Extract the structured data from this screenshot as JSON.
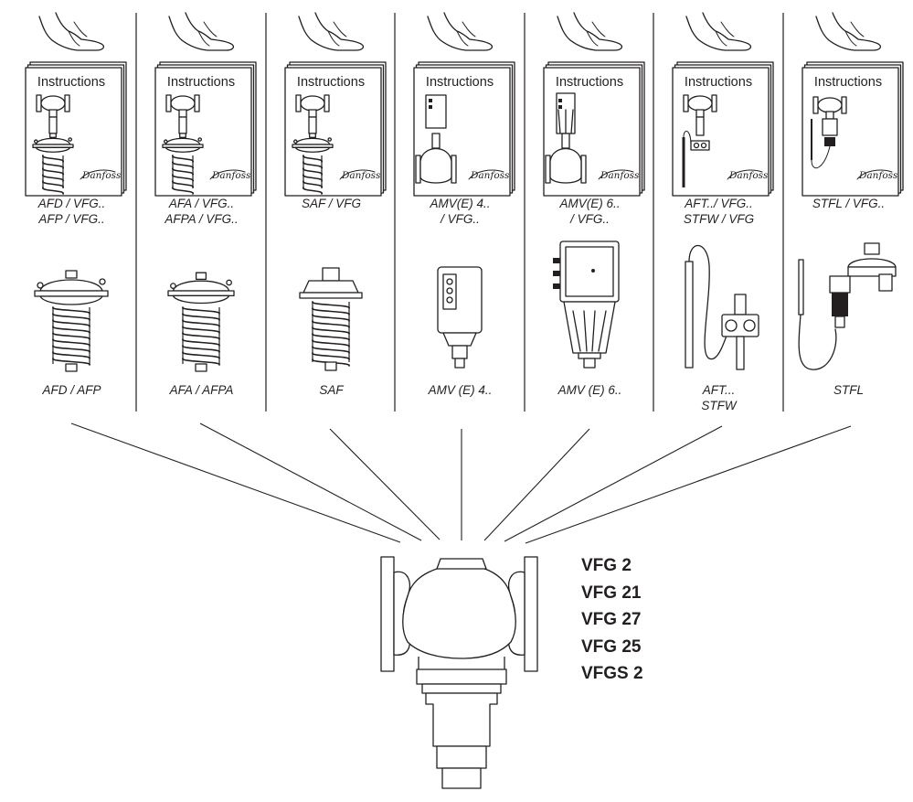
{
  "instructions_label": "Instructions",
  "brand_logo": "Danfoss",
  "columns": [
    {
      "id": "afd",
      "booklet_caption_1": "AFD / VFG..",
      "booklet_caption_2": "AFP / VFG..",
      "product_caption_1": "AFD / AFP",
      "product_caption_2": ""
    },
    {
      "id": "afa",
      "booklet_caption_1": "AFA / VFG..",
      "booklet_caption_2": "AFPA / VFG..",
      "product_caption_1": "AFA / AFPA",
      "product_caption_2": ""
    },
    {
      "id": "saf",
      "booklet_caption_1": "SAF / VFG",
      "booklet_caption_2": "",
      "product_caption_1": "SAF",
      "product_caption_2": ""
    },
    {
      "id": "amv4",
      "booklet_caption_1": "AMV(E) 4..",
      "booklet_caption_2": "/ VFG..",
      "product_caption_1": "AMV (E) 4..",
      "product_caption_2": ""
    },
    {
      "id": "amv6",
      "booklet_caption_1": "AMV(E) 6..",
      "booklet_caption_2": "/ VFG..",
      "product_caption_1": "AMV (E) 6..",
      "product_caption_2": ""
    },
    {
      "id": "aft",
      "booklet_caption_1": "AFT../ VFG..",
      "booklet_caption_2": "STFW / VFG",
      "product_caption_1": "AFT...",
      "product_caption_2": "STFW"
    },
    {
      "id": "stfl",
      "booklet_caption_1": "STFL / VFG..",
      "booklet_caption_2": "",
      "product_caption_1": "STFL",
      "product_caption_2": ""
    }
  ],
  "valve_models": [
    "VFG 2",
    "VFG 21",
    "VFG 27",
    "VFG 25",
    "VFGS 2"
  ],
  "colors": {
    "ink": "#231f20",
    "paper": "#ffffff"
  }
}
